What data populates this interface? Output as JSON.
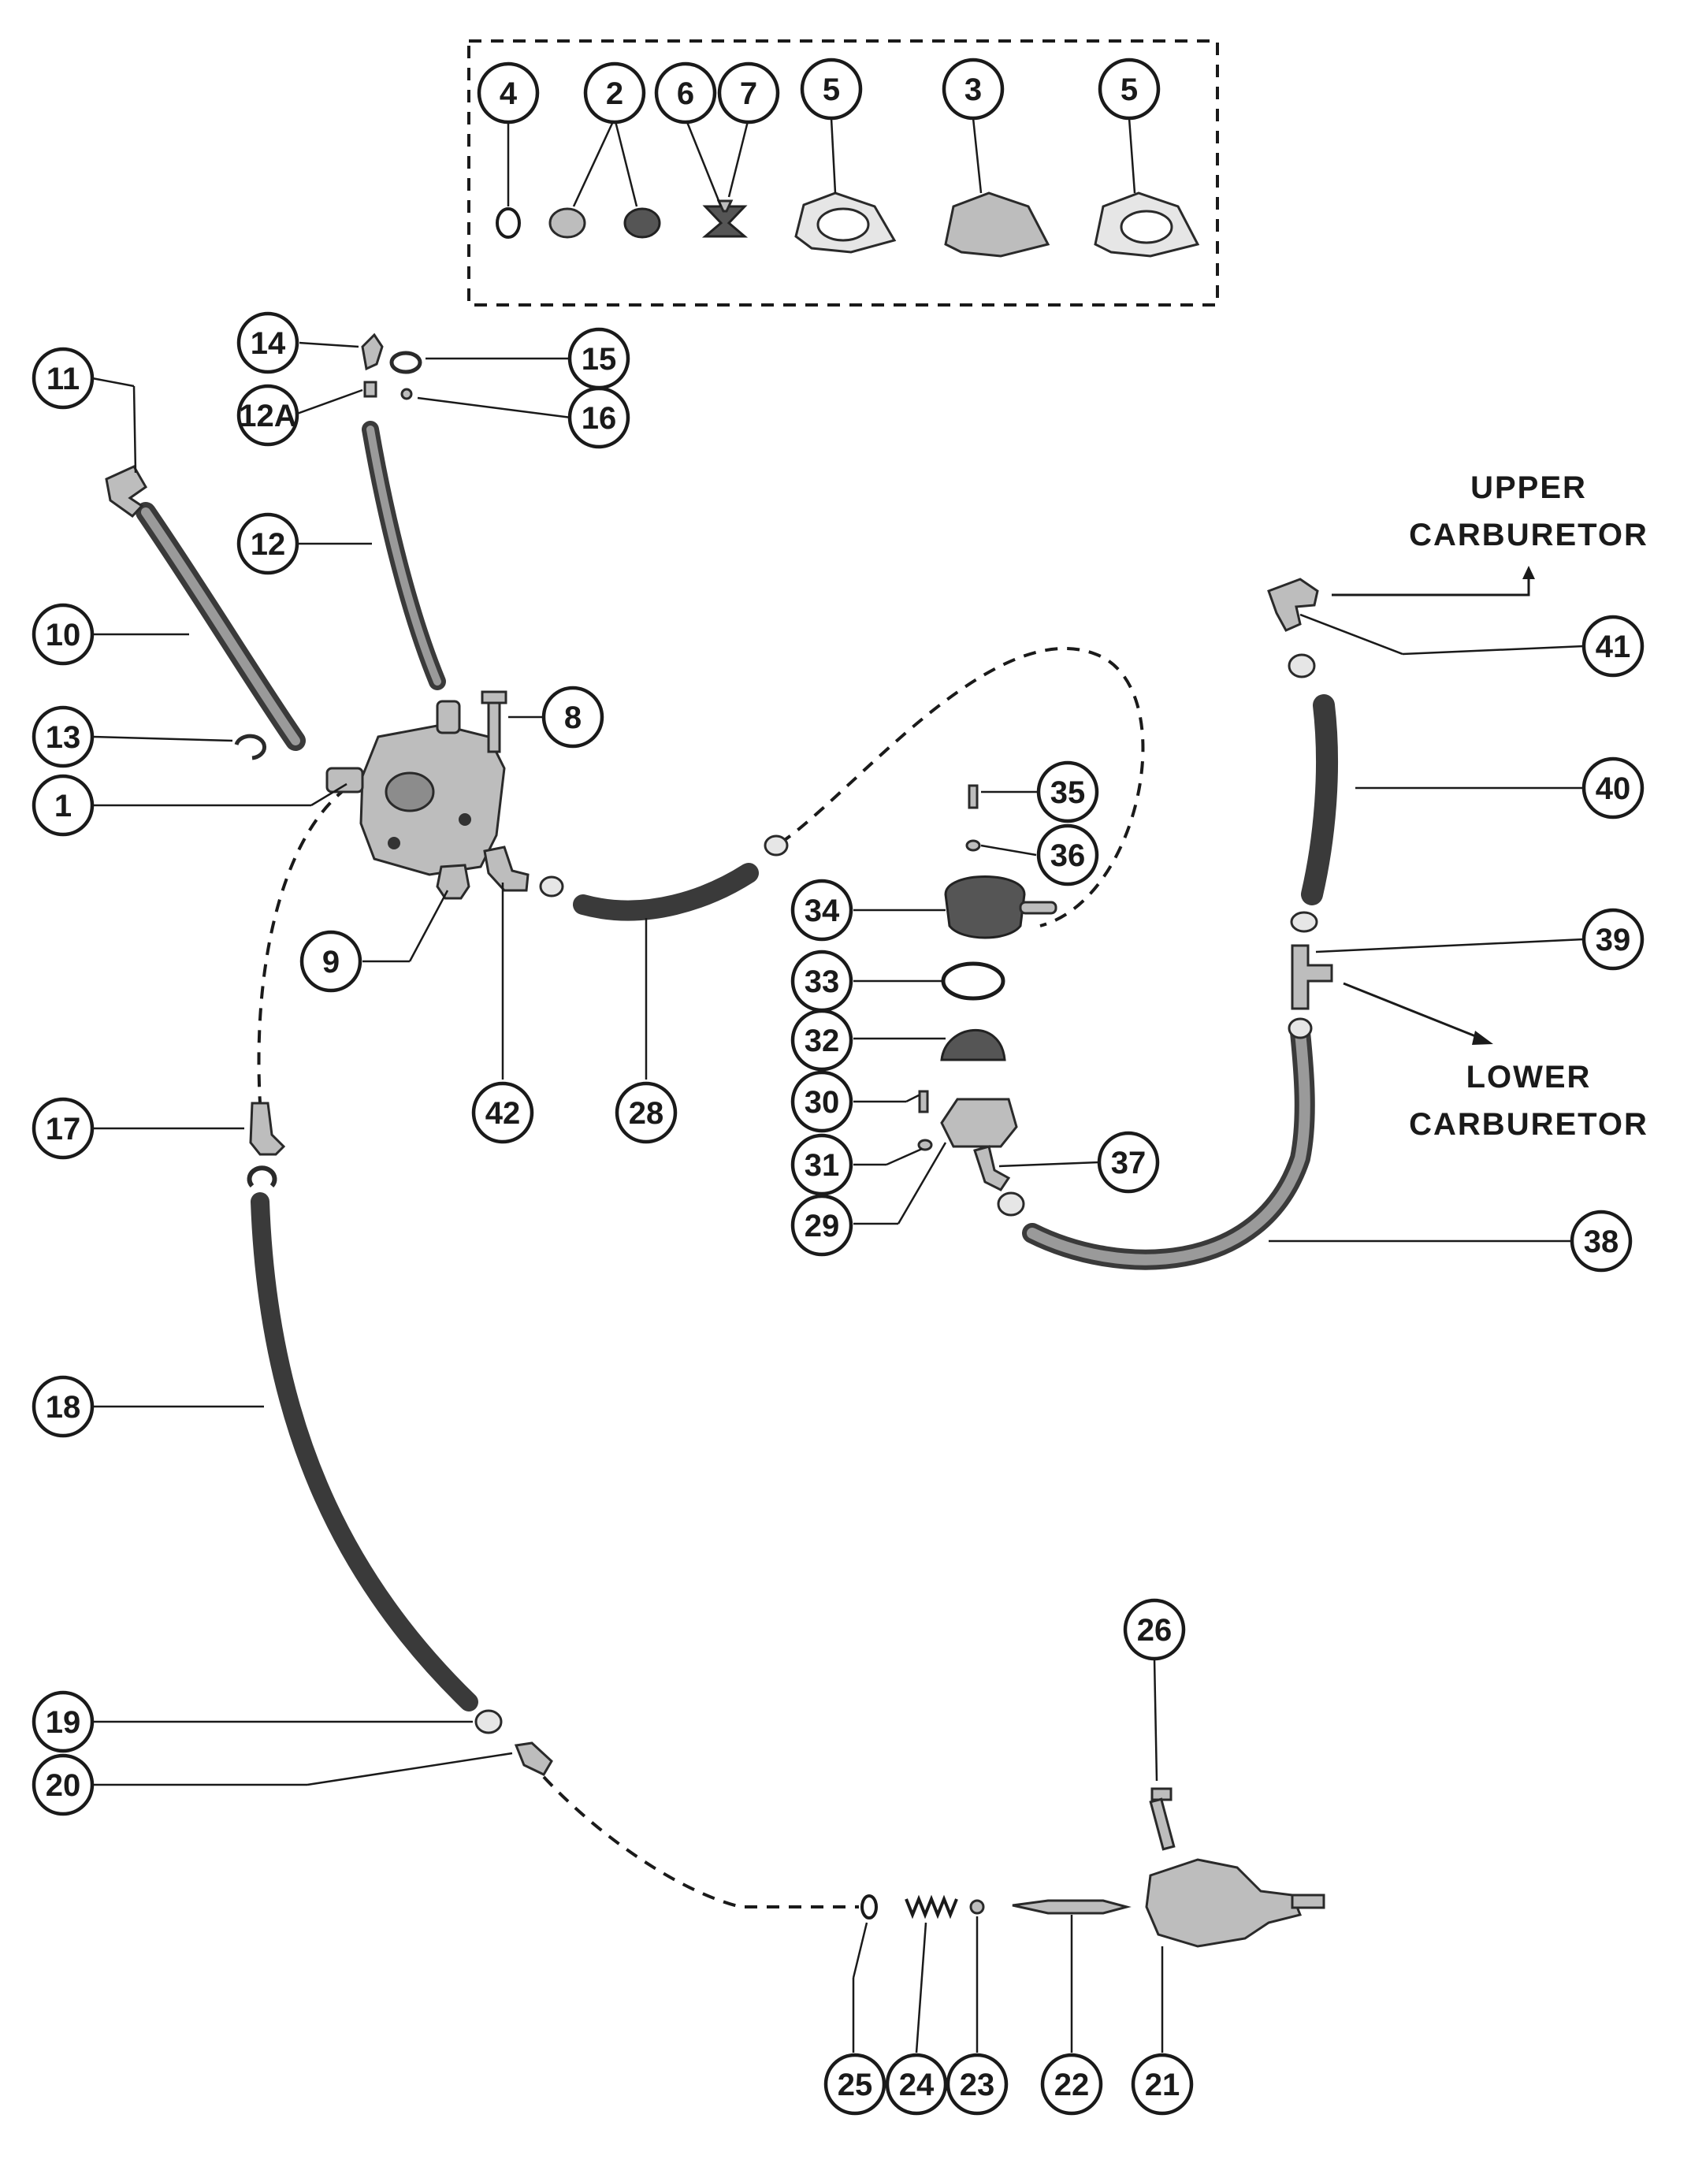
{
  "callouts": {
    "c4": "4",
    "c2": "2",
    "c6": "6",
    "c7": "7",
    "c5a": "5",
    "c3": "3",
    "c5b": "5",
    "c14": "14",
    "c15": "15",
    "c12a": "12A",
    "c16": "16",
    "c11": "11",
    "c12": "12",
    "c10": "10",
    "c13": "13",
    "c1": "1",
    "c8": "8",
    "c9": "9",
    "c42": "42",
    "c28": "28",
    "c35": "35",
    "c36": "36",
    "c34": "34",
    "c33": "33",
    "c32": "32",
    "c30": "30",
    "c31": "31",
    "c29": "29",
    "c37": "37",
    "c38": "38",
    "c41": "41",
    "c40": "40",
    "c39": "39",
    "c17": "17",
    "c18": "18",
    "c19": "19",
    "c20": "20",
    "c26": "26",
    "c25": "25",
    "c24": "24",
    "c23": "23",
    "c22": "22",
    "c21": "21"
  },
  "labels": {
    "upper_line1": "UPPER",
    "upper_line2": "CARBURETOR",
    "lower_line1": "LOWER",
    "lower_line2": "CARBURETOR"
  }
}
